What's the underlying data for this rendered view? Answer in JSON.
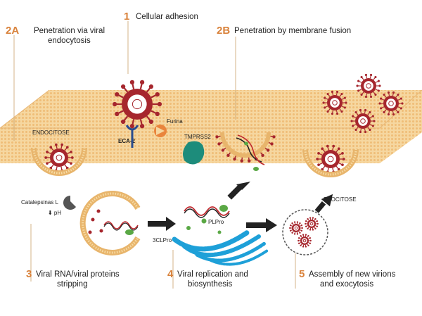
{
  "steps": {
    "s1": {
      "num": "1",
      "label": "Cellular adhesion"
    },
    "s2a": {
      "num": "2A",
      "line1": "Penetration via viral",
      "line2": "endocytosis"
    },
    "s2b": {
      "num": "2B",
      "label": "Penetration by membrane fusion"
    },
    "s3": {
      "num": "3",
      "line1": "Viral RNA/viral proteins",
      "line2": "stripping"
    },
    "s4": {
      "num": "4",
      "line1": "Viral replication and",
      "line2": "biosynthesis"
    },
    "s5": {
      "num": "5",
      "line1": "Assembly of new virions",
      "line2": "and exocytosis"
    }
  },
  "labels": {
    "endocitose": "ENDOCITOSE",
    "exocitose": "EXOCITOSE",
    "eca2": "ECA-2",
    "furina": "Furina",
    "tmprss2": "TMPRSS2",
    "catalepsinas": "Catalepsinas L",
    "ph": "⬇ pH",
    "plpro": "PLPro",
    "clpro": "3CLPro"
  },
  "colors": {
    "number": "#d9823b",
    "membrane": "#f3c98a",
    "virus": "#a6262d",
    "rna_red": "#c0282d",
    "rna_dark": "#222222",
    "protein": "#5aa845",
    "er": "#1ea0d8",
    "tmprss2": "#1d8c7b",
    "furina": "#e9843c",
    "eca2": "#2a4c8e"
  }
}
